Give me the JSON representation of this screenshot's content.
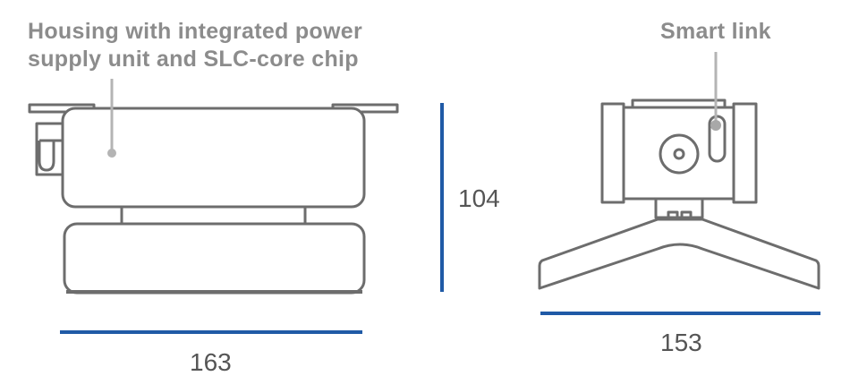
{
  "labels": {
    "housing_line1": "Housing with integrated power",
    "housing_line2": "supply unit and SLC-core chip",
    "smart_link": "Smart link"
  },
  "dimensions": {
    "front_width": "163",
    "height": "104",
    "side_width": "153"
  },
  "colors": {
    "dimension_line": "#1f5aa6",
    "outline": "#6d6d6d",
    "leader": "#b4b4b4",
    "label_text": "#8c8c8c"
  }
}
